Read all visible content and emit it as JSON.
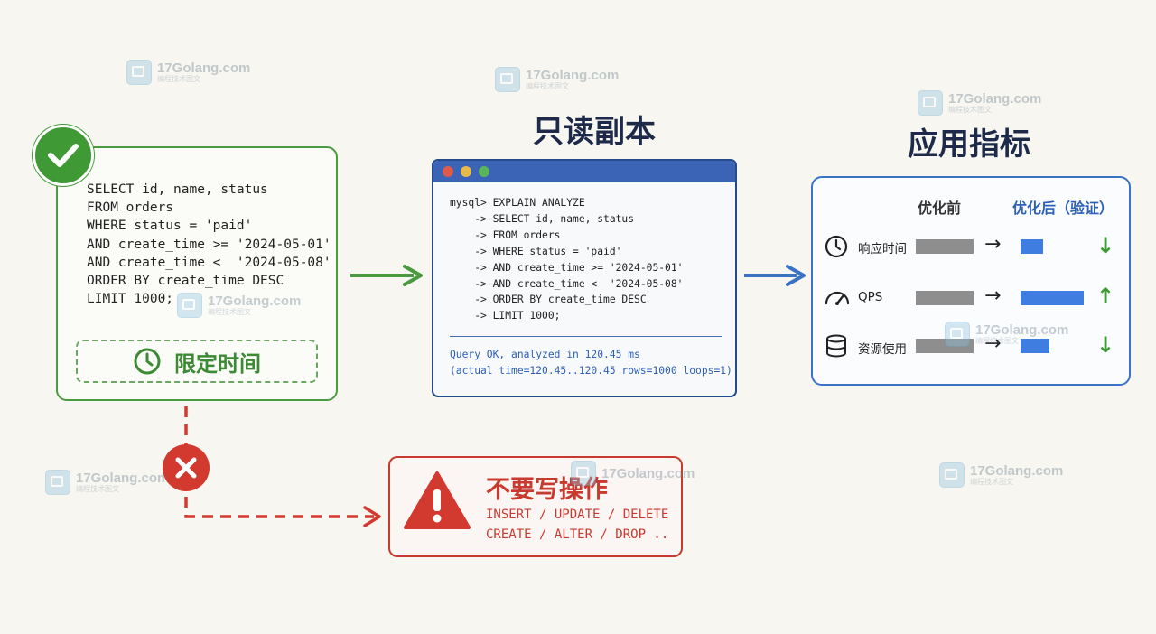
{
  "watermark": {
    "text": "17Golang.com",
    "subtext": "编程技术图文"
  },
  "left_card": {
    "sql_lines": [
      "SELECT id, name, status",
      "FROM orders",
      "WHERE status = 'paid'",
      "AND create_time >= '2024-05-01'",
      "AND create_time <  '2024-05-08'",
      "ORDER BY create_time DESC",
      "LIMIT 1000;"
    ],
    "time_limit_label": "限定时间"
  },
  "replica": {
    "title": "只读副本",
    "console_lines": [
      "mysql> EXPLAIN ANALYZE",
      "    -> SELECT id, name, status",
      "    -> FROM orders",
      "    -> WHERE status = 'paid'",
      "    -> AND create_time >= '2024-05-01'",
      "    -> AND create_time <  '2024-05-08'",
      "    -> ORDER BY create_time DESC",
      "    -> LIMIT 1000;"
    ],
    "result_line1": "Query OK, analyzed in 120.45 ms",
    "result_line2": "(actual time=120.45..120.45 rows=1000 loops=1)"
  },
  "metrics": {
    "title": "应用指标",
    "header_before": "优化前",
    "header_after": "优化后（验证）",
    "rows": [
      {
        "label": "响应时间",
        "icon": "clock-icon",
        "before": 1.0,
        "after": 0.39,
        "trend": "↓"
      },
      {
        "label": "QPS",
        "icon": "gauge-icon",
        "before": 1.0,
        "after": 1.1,
        "trend": "↑"
      },
      {
        "label": "资源使用",
        "icon": "database-icon",
        "before": 1.0,
        "after": 0.5,
        "trend": "↓"
      }
    ]
  },
  "warning": {
    "title": "不要写操作",
    "ops_line1": "INSERT / UPDATE / DELETE",
    "ops_line2": "CREATE / ALTER / DROP .."
  },
  "colors": {
    "green": "#3f9a36",
    "blue": "#3a73c6",
    "red": "#c83a2e",
    "navy": "#1d2a4a"
  }
}
